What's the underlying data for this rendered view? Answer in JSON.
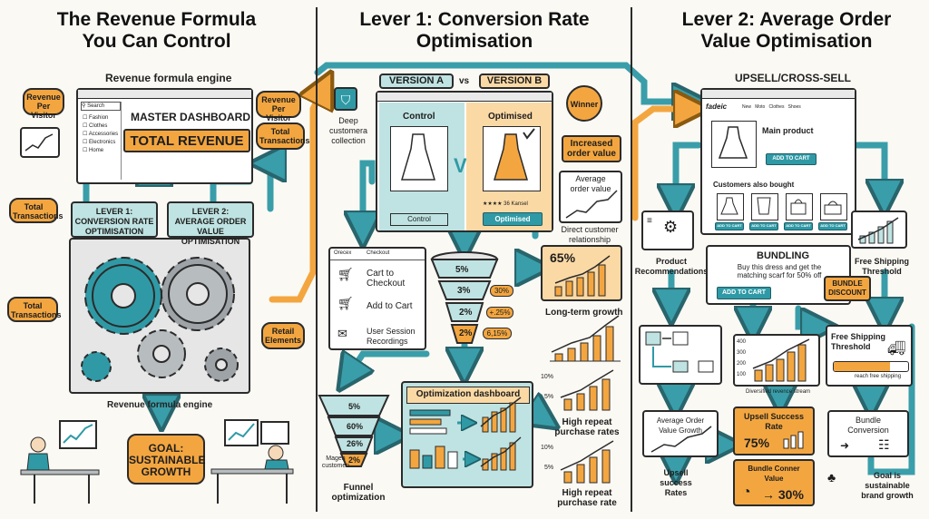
{
  "colors": {
    "teal": "#2f9aa6",
    "light_teal": "#bfe3e2",
    "orange": "#f3a640",
    "light_orange": "#fbd9a5",
    "ink": "#2b2b2b"
  },
  "left": {
    "title": "The Revenue Formula\nYou Can Control",
    "subtitle": "Revenue formula engine",
    "dashboard": {
      "heading": "MASTER DASHBOARD",
      "total": "TOTAL REVENUE",
      "search": "Search",
      "sidebar": [
        "Fashion",
        "Clothes",
        "Accessories",
        "Electronics",
        "Home"
      ]
    },
    "bubbles": {
      "rpv_left": "Revenue\nPer Visitor",
      "rpv_right": "Revenue\nPer Visitor",
      "tt_right": "Total\nTransactions",
      "tt_left_top": "Total\nTransactions",
      "tt_left_mid": "Total\nTransactions",
      "retail": "Retail\nElements"
    },
    "lever1": "LEVER 1:\nCONVERSION RATE\nOPTIMISATION",
    "lever2": "LEVER 2:\nAVERAGE ORDER VALUE\nOPTIMISATION",
    "engine_label": "Revenue formula engine",
    "goal": "GOAL:\nSUSTAINABLE\nGROWTH"
  },
  "middle": {
    "title": "Lever 1: Conversion Rate\nOptimisation",
    "version_a": "VERSION A",
    "vs_small": "vs",
    "version_b": "VERSION B",
    "deep": "Deep\ncustomera\ncollection",
    "control": "Control",
    "optimised": "Optimised",
    "vs": "VS",
    "control_btn": "Control",
    "optimised_btn": "Optimised",
    "reviews": "★★★★ 36 Kansel",
    "winner": "Winner",
    "increased": "Increased\norder value",
    "aov": "Average\norder value",
    "direct": "Direct customer\nrelationship",
    "pct65": "65%",
    "checkout_tabs": [
      "Orecex",
      "Checkout"
    ],
    "checkout_items": [
      "Cart to\nCheckout",
      "Add to Cart",
      "User Session\nRecordings"
    ],
    "funnel1": [
      "5%",
      "3%",
      "2%",
      "2%"
    ],
    "funnel1_tags": [
      "30%",
      "+.25%",
      "6,15%"
    ],
    "longterm": "Long-term growth",
    "funnel2": [
      "5%",
      "60%",
      "26%",
      "2%"
    ],
    "magen": "Magen\ncustomen",
    "funnel_label": "Funnel\noptimization",
    "opt_dash": "Optimization dashboard",
    "repeat1": "High repeat\npurchase rates",
    "repeat2": "High repeat\npurchase rate",
    "axis10": "10%",
    "axis5": "5%"
  },
  "right": {
    "title": "Lever 2: Average Order\nValue Optimisation",
    "upsell_title": "UPSELL/CROSS-SELL",
    "brand": "fadeic",
    "nav": [
      "New",
      "Moto",
      "Clothes",
      "Shoes"
    ],
    "main_product": "Main product",
    "add_to_cart": "ADD TO CART",
    "also_bought": "Customers also bought",
    "small_btns": [
      "ADD TO CART",
      "ADD TO CART",
      "ADD TO CART",
      "ADD TO CART"
    ],
    "product_recs": "Product\nRecommendations",
    "bundling": "BUNDLING",
    "bundle_text": "Buy this dress and get the\nmatching scarf for 50% off",
    "bundle_btn": "ADD TO CART",
    "bundle_discount": "BUNDLE\nDISCOUNT",
    "fst_top": "Free Shipping\nThreshold",
    "fst_box": "Free Shipping\nThreshold",
    "reach": "reach free shipping",
    "chart_ticks": [
      "400",
      "300",
      "200",
      "100"
    ],
    "diversified": "Diversified revence stream",
    "aov_growth": "Average Order\nValue Growth",
    "upsell_rate": "Upsell Success\nRate",
    "pct75": "75%",
    "bundle_conv": "Bundle\nConversion",
    "bundle_corner": "Bundle Conner\nValue",
    "arrow30": "→ 30%",
    "upsell_rates": "Upsell\nsuccess\nRates",
    "goal_brand": "Goal is\nsustainable\nbrand growth"
  }
}
